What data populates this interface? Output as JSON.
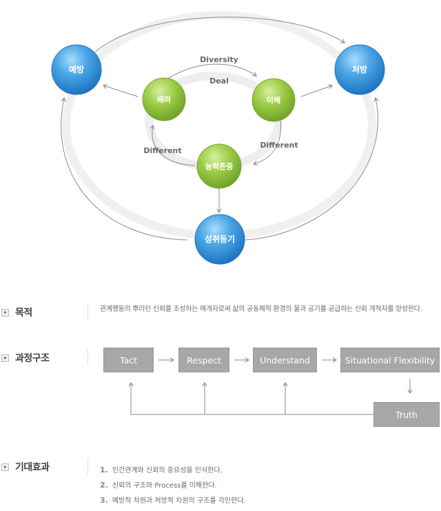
{
  "cycle": {
    "nodes": {
      "prevention": "예방",
      "prescription": "처방",
      "consideration": "배려",
      "understanding": "이해",
      "ability_respect": "능력존중",
      "achievement_motivation": "성취동기"
    },
    "edge_labels": {
      "diversity": "Diversity",
      "deal": "Deal",
      "different_left": "Different",
      "different_right": "Different"
    },
    "colors": {
      "blue_node": "#3d97dc",
      "green_node": "#8fc13d",
      "ring": "#eeeeee",
      "arrow": "#8a8a8a"
    }
  },
  "purpose": {
    "title": "목적",
    "text": "관계행동의 뿌리인 신뢰를 조성하는 매개자로써 삶의 공동체적 환경의 물과 공기를 공급하는 신뢰 개척자를 양성한다."
  },
  "process": {
    "title": "과정구조",
    "steps": [
      "Tact",
      "Respect",
      "Understand",
      "Situational Flexibility"
    ],
    "final": "Truth"
  },
  "effects": {
    "title": "기대효과",
    "items": [
      {
        "num": "1.",
        "text": "인간관계와 신뢰의 중요성을 인식한다."
      },
      {
        "num": "2.",
        "text": "신뢰의 구조와 Process를 이해한다."
      },
      {
        "num": "3.",
        "text": "예방적 차원과 처방적 차원의 구조를 각인한다."
      }
    ]
  }
}
